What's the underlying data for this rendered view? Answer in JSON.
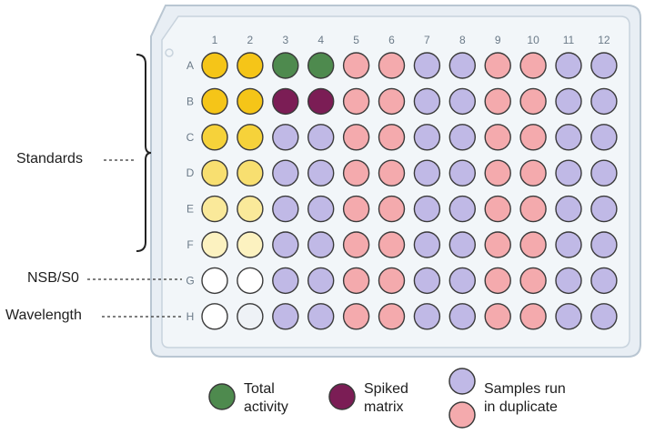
{
  "plate": {
    "columns": [
      "1",
      "2",
      "3",
      "4",
      "5",
      "6",
      "7",
      "8",
      "9",
      "10",
      "11",
      "12"
    ],
    "rows": [
      "A",
      "B",
      "C",
      "D",
      "E",
      "F",
      "G",
      "H"
    ],
    "well_colors": {
      "std1": "#f5c518",
      "std2": "#f6d23a",
      "std3": "#f8df70",
      "std4": "#fae99a",
      "std5": "#fcf2c0",
      "std6": "#fdf6d6",
      "white": "#ffffff",
      "blank": "#eef2f6",
      "total": "#4e8a4e",
      "spiked": "#7b1d55",
      "lavender": "#c0b9e6",
      "pink": "#f4aaad"
    },
    "layout": [
      [
        "std1",
        "std1",
        "total",
        "total",
        "pink",
        "pink",
        "lavender",
        "lavender",
        "pink",
        "pink",
        "lavender",
        "lavender"
      ],
      [
        "std1",
        "std1",
        "spiked",
        "spiked",
        "pink",
        "pink",
        "lavender",
        "lavender",
        "pink",
        "pink",
        "lavender",
        "lavender"
      ],
      [
        "std2",
        "std2",
        "lavender",
        "lavender",
        "pink",
        "pink",
        "lavender",
        "lavender",
        "pink",
        "pink",
        "lavender",
        "lavender"
      ],
      [
        "std3",
        "std3",
        "lavender",
        "lavender",
        "pink",
        "pink",
        "lavender",
        "lavender",
        "pink",
        "pink",
        "lavender",
        "lavender"
      ],
      [
        "std4",
        "std4",
        "lavender",
        "lavender",
        "pink",
        "pink",
        "lavender",
        "lavender",
        "pink",
        "pink",
        "lavender",
        "lavender"
      ],
      [
        "std5",
        "std5",
        "lavender",
        "lavender",
        "pink",
        "pink",
        "lavender",
        "lavender",
        "pink",
        "pink",
        "lavender",
        "lavender"
      ],
      [
        "white",
        "white",
        "lavender",
        "lavender",
        "pink",
        "pink",
        "lavender",
        "lavender",
        "pink",
        "pink",
        "lavender",
        "lavender"
      ],
      [
        "white",
        "blank",
        "lavender",
        "lavender",
        "pink",
        "pink",
        "lavender",
        "lavender",
        "pink",
        "pink",
        "lavender",
        "lavender"
      ]
    ]
  },
  "labels": {
    "standards": "Standards",
    "nsb": "NSB/S0",
    "wavelength": "Wavelength"
  },
  "legend": {
    "total_line1": "Total",
    "total_line2": "activity",
    "spiked_line1": "Spiked",
    "spiked_line2": "matrix",
    "samples_line1": "Samples run",
    "samples_line2": "in duplicate"
  },
  "colors": {
    "plate_fill": "#e8eef4",
    "plate_inner": "#f2f6f9",
    "plate_stroke": "#b9c6d2",
    "well_stroke": "#3a3a3a",
    "label_text": "#6b7a88",
    "leader": "#333333"
  }
}
